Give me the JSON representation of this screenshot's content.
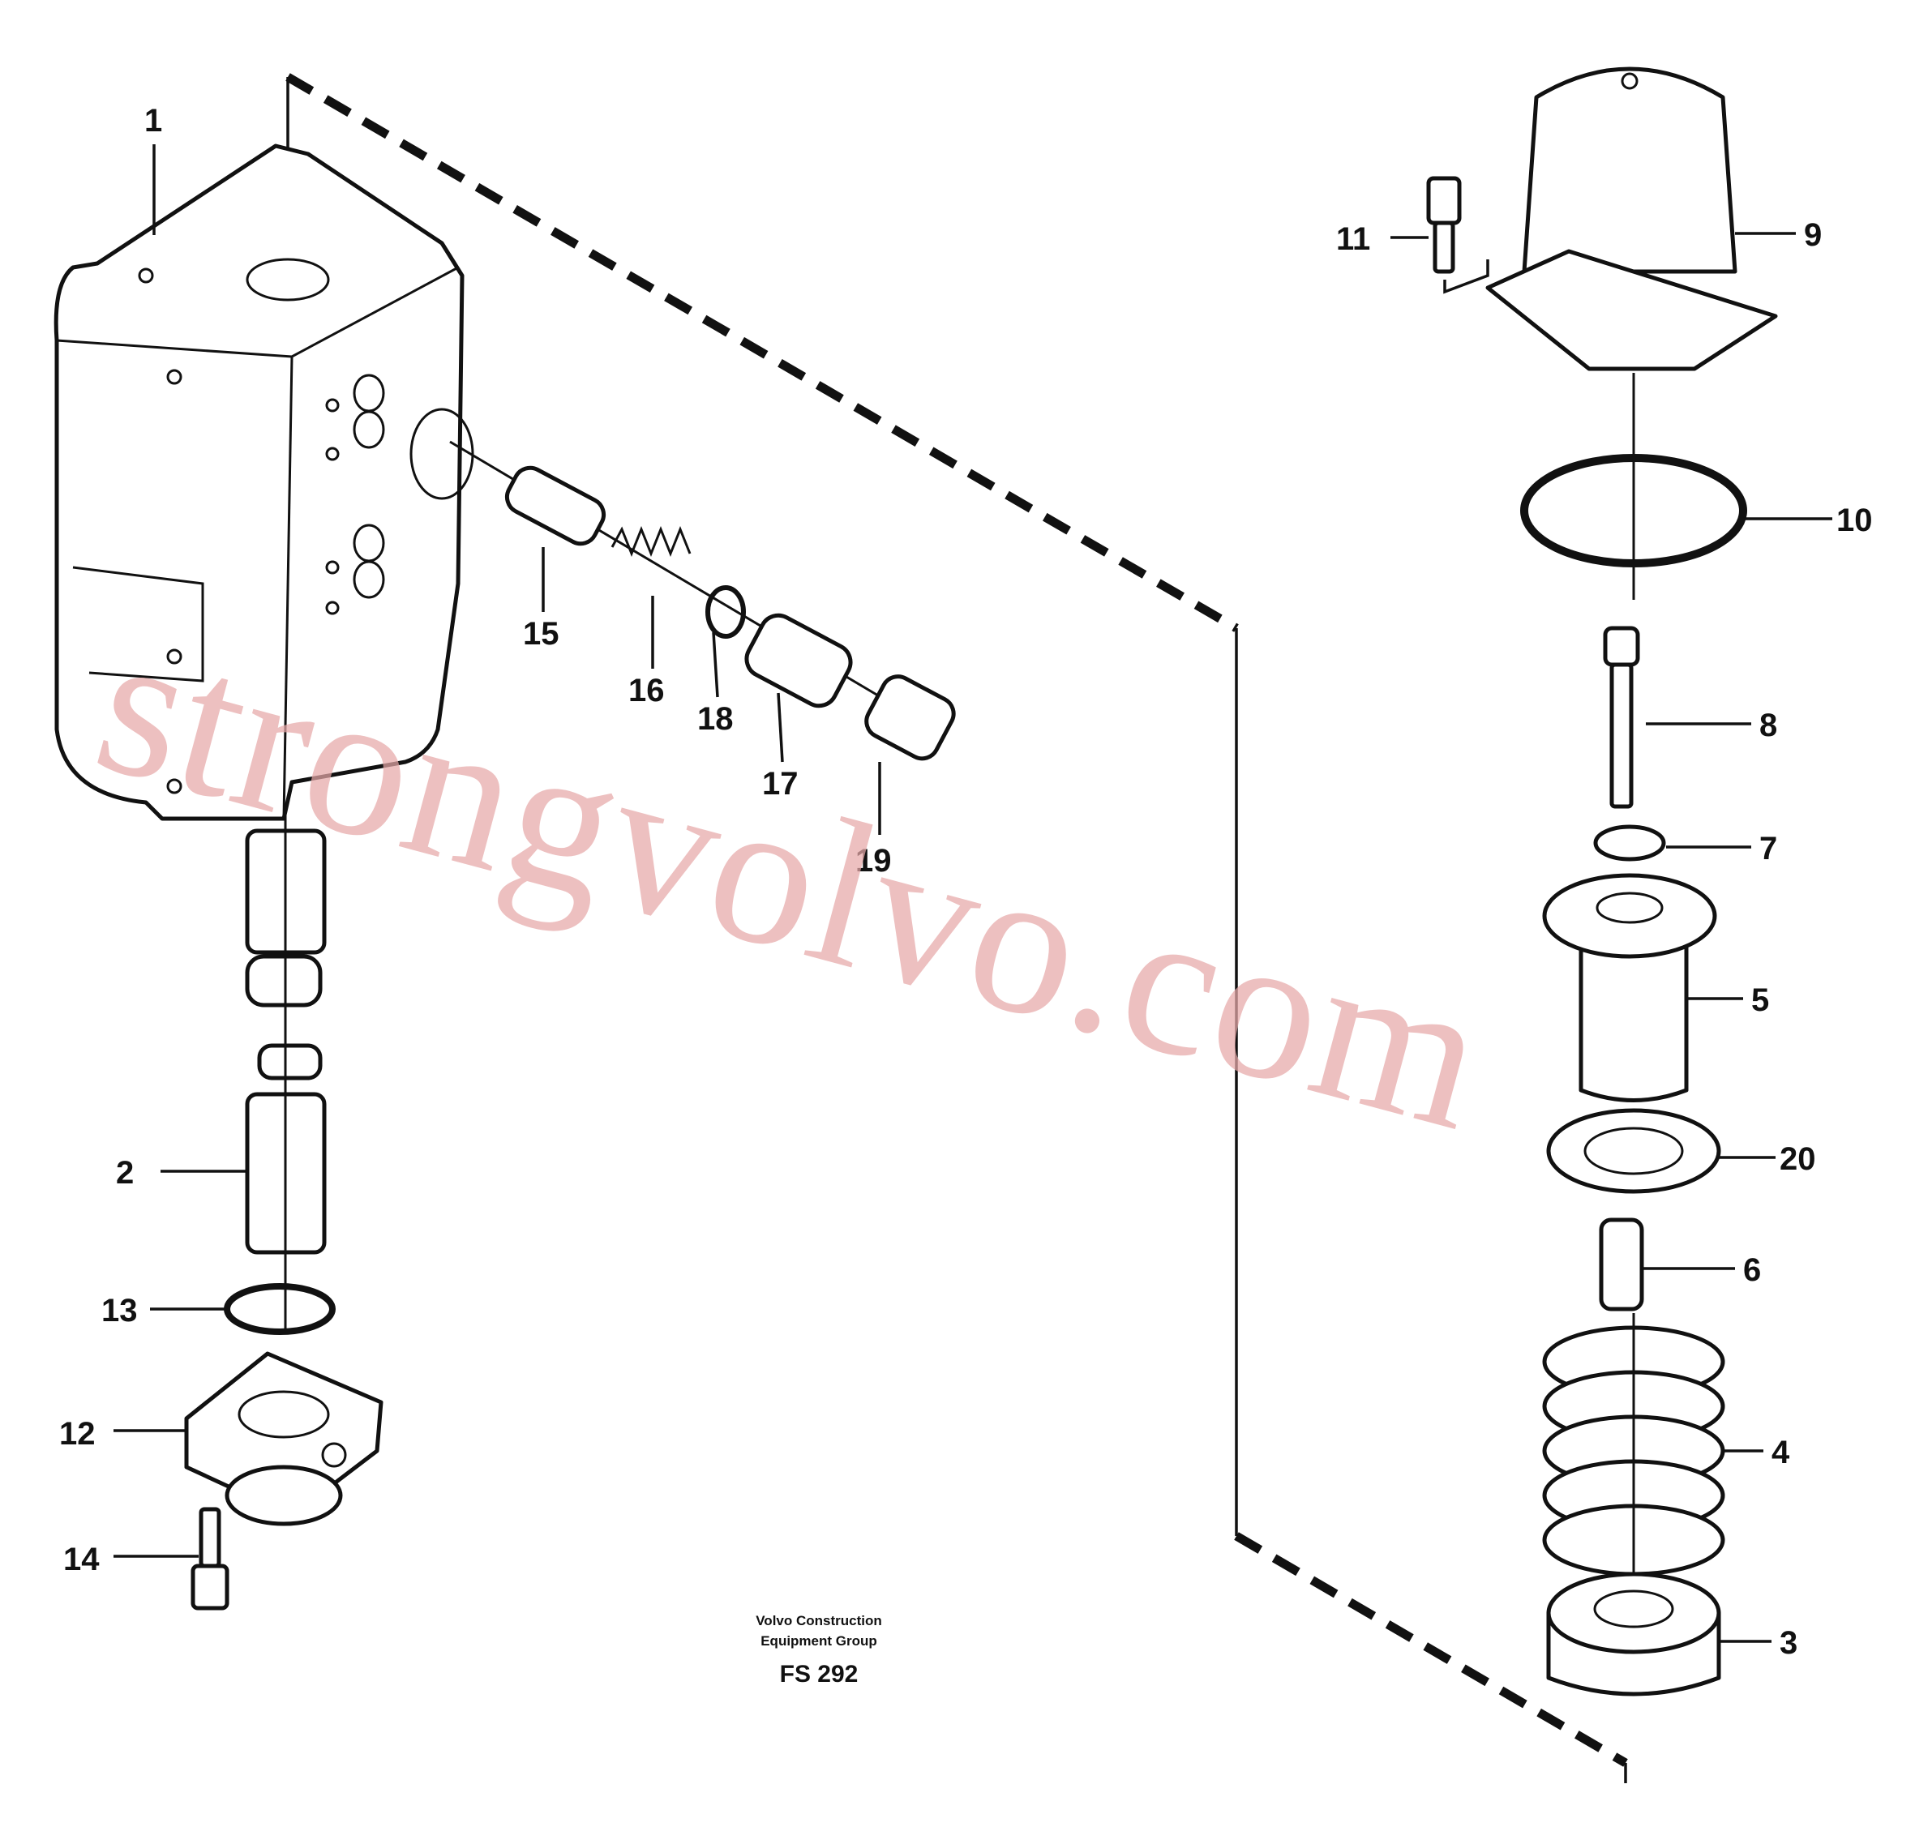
{
  "callouts": {
    "c1": "1",
    "c2": "2",
    "c3": "3",
    "c4": "4",
    "c5": "5",
    "c6": "6",
    "c7": "7",
    "c8": "8",
    "c9": "9",
    "c10": "10",
    "c11": "11",
    "c12": "12",
    "c13": "13",
    "c14": "14",
    "c15": "15",
    "c16": "16",
    "c17": "17",
    "c18": "18",
    "c19": "19",
    "c20": "20"
  },
  "footer": {
    "line1": "Volvo Construction",
    "line2": "Equipment Group",
    "code": "FS 292"
  },
  "watermark": {
    "text": "strongvolvo.com"
  },
  "colors": {
    "ink": "#111111",
    "watermark": "#e7a9a9",
    "background": "#ffffff"
  }
}
